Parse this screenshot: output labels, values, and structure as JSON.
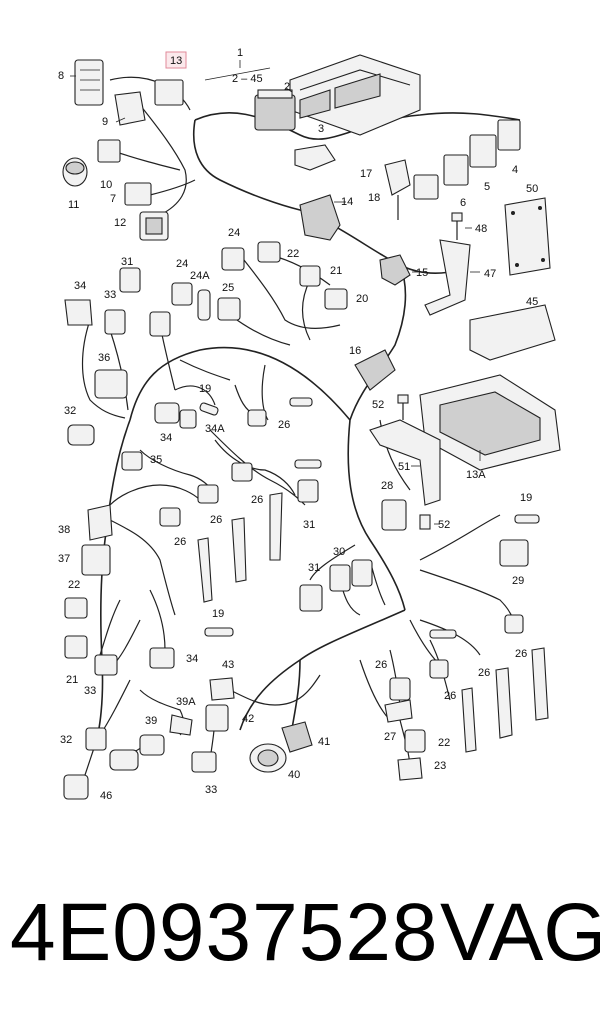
{
  "diagram": {
    "callouts": [
      "8",
      "13",
      "1",
      "2 – 45",
      "2",
      "9",
      "3",
      "10",
      "11",
      "7",
      "12",
      "4",
      "5",
      "6",
      "17",
      "18",
      "14",
      "50",
      "24",
      "22",
      "21",
      "20",
      "25",
      "24A",
      "31",
      "34",
      "33",
      "24",
      "48",
      "47",
      "15",
      "45",
      "36",
      "16",
      "19",
      "32",
      "34",
      "34A",
      "26",
      "52",
      "35",
      "51",
      "13A",
      "28",
      "26",
      "31",
      "19",
      "38",
      "37",
      "26",
      "26",
      "52",
      "29",
      "22",
      "21",
      "33",
      "19",
      "34",
      "31",
      "30",
      "26",
      "26",
      "32",
      "39A",
      "39",
      "43",
      "42",
      "26",
      "27",
      "41",
      "46",
      "33",
      "40",
      "22",
      "23",
      "26"
    ]
  },
  "footer": {
    "part_number": "4E0937528",
    "brand": "VAG"
  }
}
